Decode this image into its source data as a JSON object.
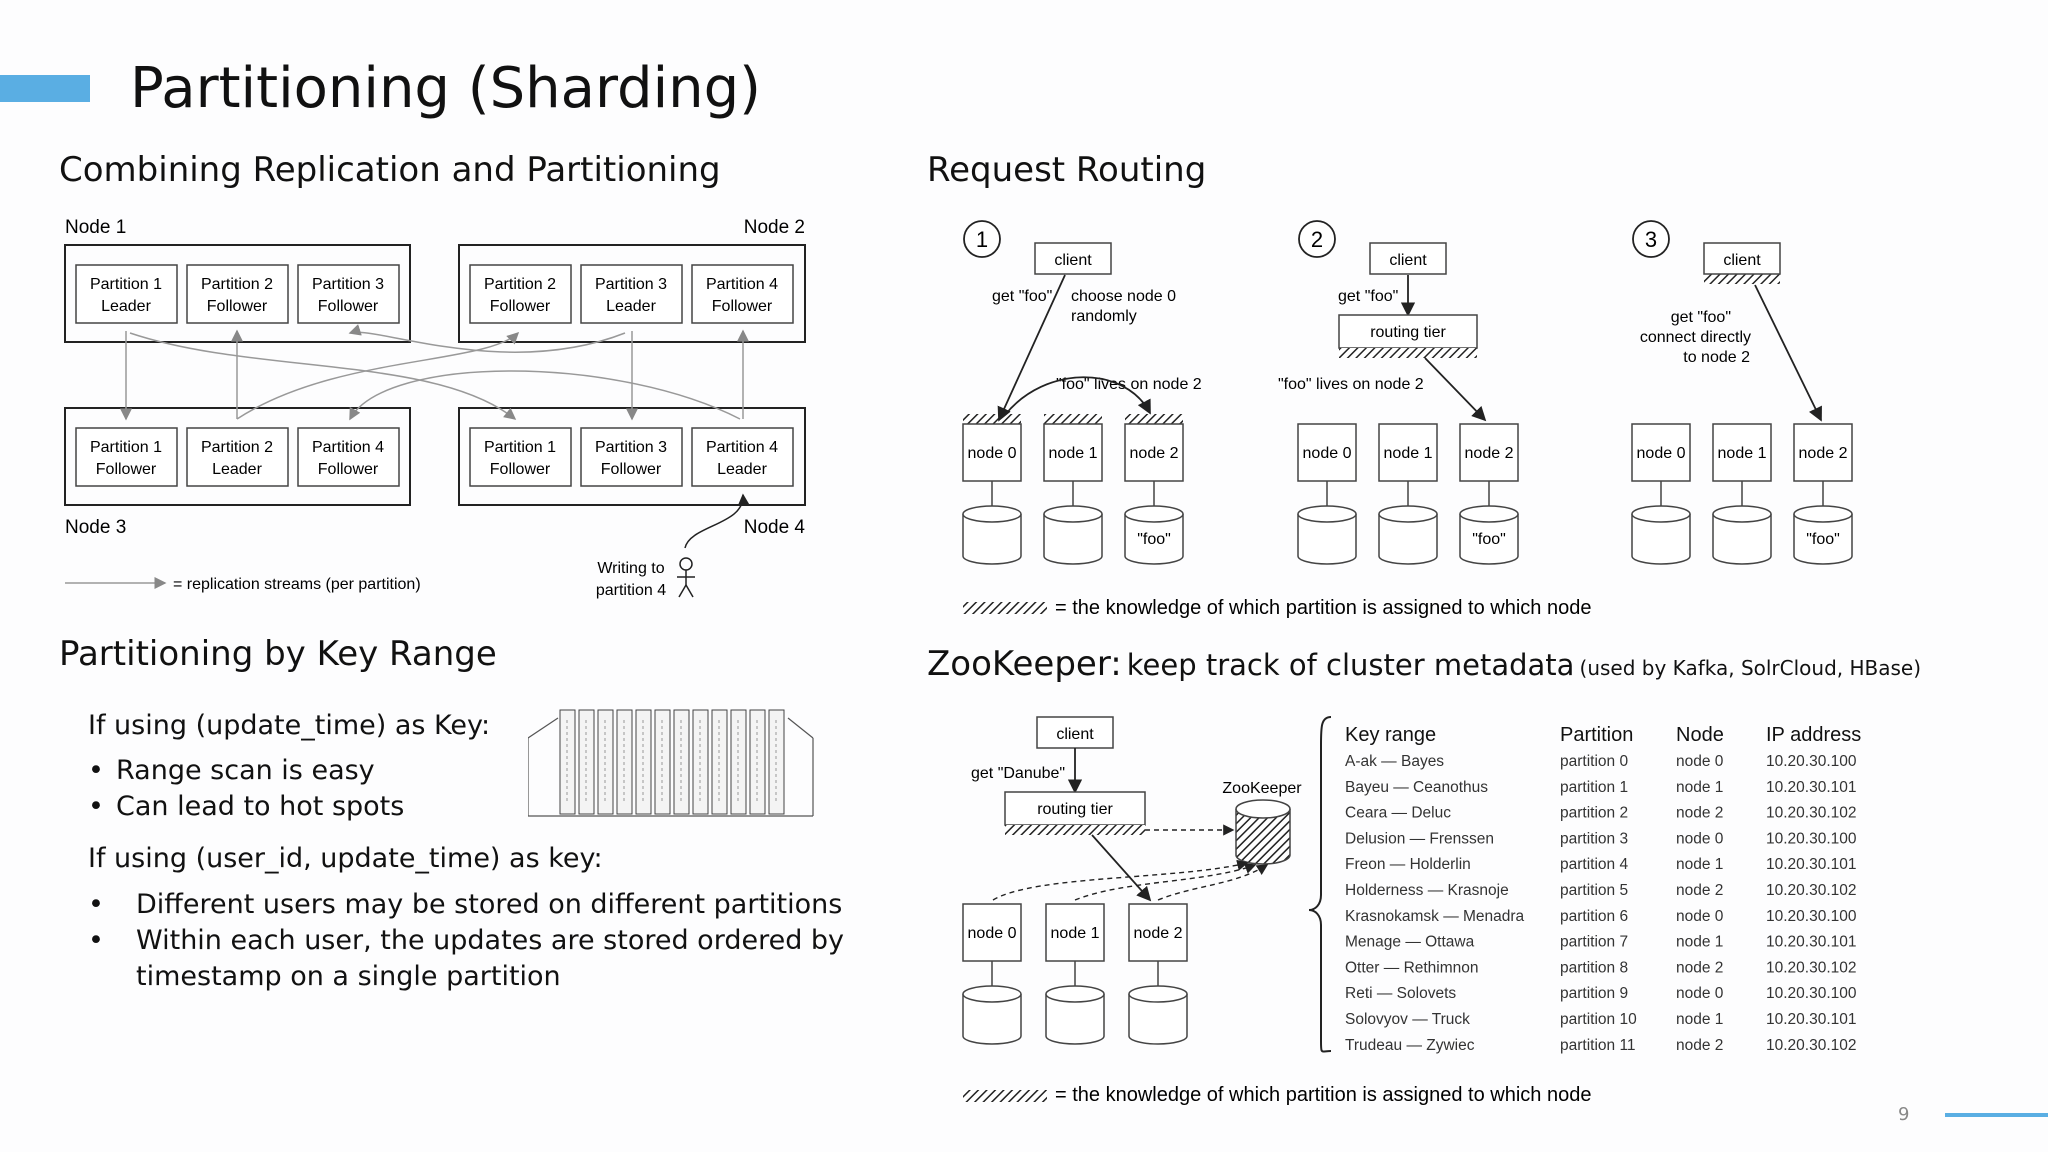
{
  "title": "Partitioning (Sharding)",
  "sections": {
    "combining": "Combining Replication and Partitioning",
    "routing": "Request Routing",
    "keyrange": "Partitioning by Key Range",
    "zk_main": "ZooKeeper:",
    "zk_rest": "keep track of cluster metadata",
    "zk_small": "(used by Kafka, SolrCloud, HBase)"
  },
  "replication_diagram": {
    "node_labels": [
      "Node 1",
      "Node 2",
      "Node 3",
      "Node 4"
    ],
    "node1": [
      [
        "Partition 1",
        "Leader"
      ],
      [
        "Partition 2",
        "Follower"
      ],
      [
        "Partition 3",
        "Follower"
      ]
    ],
    "node2": [
      [
        "Partition 2",
        "Follower"
      ],
      [
        "Partition 3",
        "Leader"
      ],
      [
        "Partition 4",
        "Follower"
      ]
    ],
    "node3": [
      [
        "Partition 1",
        "Follower"
      ],
      [
        "Partition 2",
        "Leader"
      ],
      [
        "Partition 4",
        "Follower"
      ]
    ],
    "node4": [
      [
        "Partition 1",
        "Follower"
      ],
      [
        "Partition 3",
        "Follower"
      ],
      [
        "Partition 4",
        "Leader"
      ]
    ],
    "legend": "= replication streams (per partition)",
    "writing": [
      "Writing to",
      "partition 4"
    ]
  },
  "routing_diagram": {
    "steps": [
      "1",
      "2",
      "3"
    ],
    "client": "client",
    "get_foo": "get \"foo\"",
    "choose": [
      "choose node 0",
      "randomly"
    ],
    "foo_lives": "\"foo\" lives on node 2",
    "routing_tier": "routing tier",
    "connect": [
      "get \"foo\"",
      "connect directly",
      "to node 2"
    ],
    "nodes": [
      "node 0",
      "node 1",
      "node 2"
    ],
    "foo": "\"foo\"",
    "legend": "= the knowledge of which partition is assigned to which node"
  },
  "keyrange": {
    "case1": "If using (update_time) as Key:",
    "case1_bullets": [
      "Range scan is easy",
      "Can lead to hot spots"
    ],
    "case2": "If using (user_id, update_time) as key:",
    "case2_bullets": [
      "Different users may be stored on different partitions",
      "Within each user, the updates are stored ordered by",
      "timestamp on a single partition"
    ]
  },
  "zookeeper_diagram": {
    "client": "client",
    "get_danube": "get \"Danube\"",
    "routing_tier": "routing tier",
    "zookeeper": "ZooKeeper",
    "nodes": [
      "node 0",
      "node 1",
      "node 2"
    ],
    "legend": "= the knowledge of which partition is assigned to which node",
    "table_headers": [
      "Key range",
      "Partition",
      "Node",
      "IP address"
    ],
    "table_rows": [
      [
        "A-ak — Bayes",
        "partition 0",
        "node 0",
        "10.20.30.100"
      ],
      [
        "Bayeu — Ceanothus",
        "partition 1",
        "node 1",
        "10.20.30.101"
      ],
      [
        "Ceara — Deluc",
        "partition 2",
        "node 2",
        "10.20.30.102"
      ],
      [
        "Delusion — Frenssen",
        "partition 3",
        "node 0",
        "10.20.30.100"
      ],
      [
        "Freon — Holderlin",
        "partition 4",
        "node 1",
        "10.20.30.101"
      ],
      [
        "Holderness — Krasnoje",
        "partition 5",
        "node 2",
        "10.20.30.102"
      ],
      [
        "Krasnokamsk — Menadra",
        "partition 6",
        "node 0",
        "10.20.30.100"
      ],
      [
        "Menage — Ottawa",
        "partition 7",
        "node 1",
        "10.20.30.101"
      ],
      [
        "Otter — Rethimnon",
        "partition 8",
        "node 2",
        "10.20.30.102"
      ],
      [
        "Reti — Solovets",
        "partition 9",
        "node 0",
        "10.20.30.100"
      ],
      [
        "Solovyov — Truck",
        "partition 10",
        "node 1",
        "10.20.30.101"
      ],
      [
        "Trudeau — Zywiec",
        "partition 11",
        "node 2",
        "10.20.30.102"
      ]
    ]
  },
  "page_number": "9",
  "colors": {
    "accent": "#5aaee3"
  }
}
